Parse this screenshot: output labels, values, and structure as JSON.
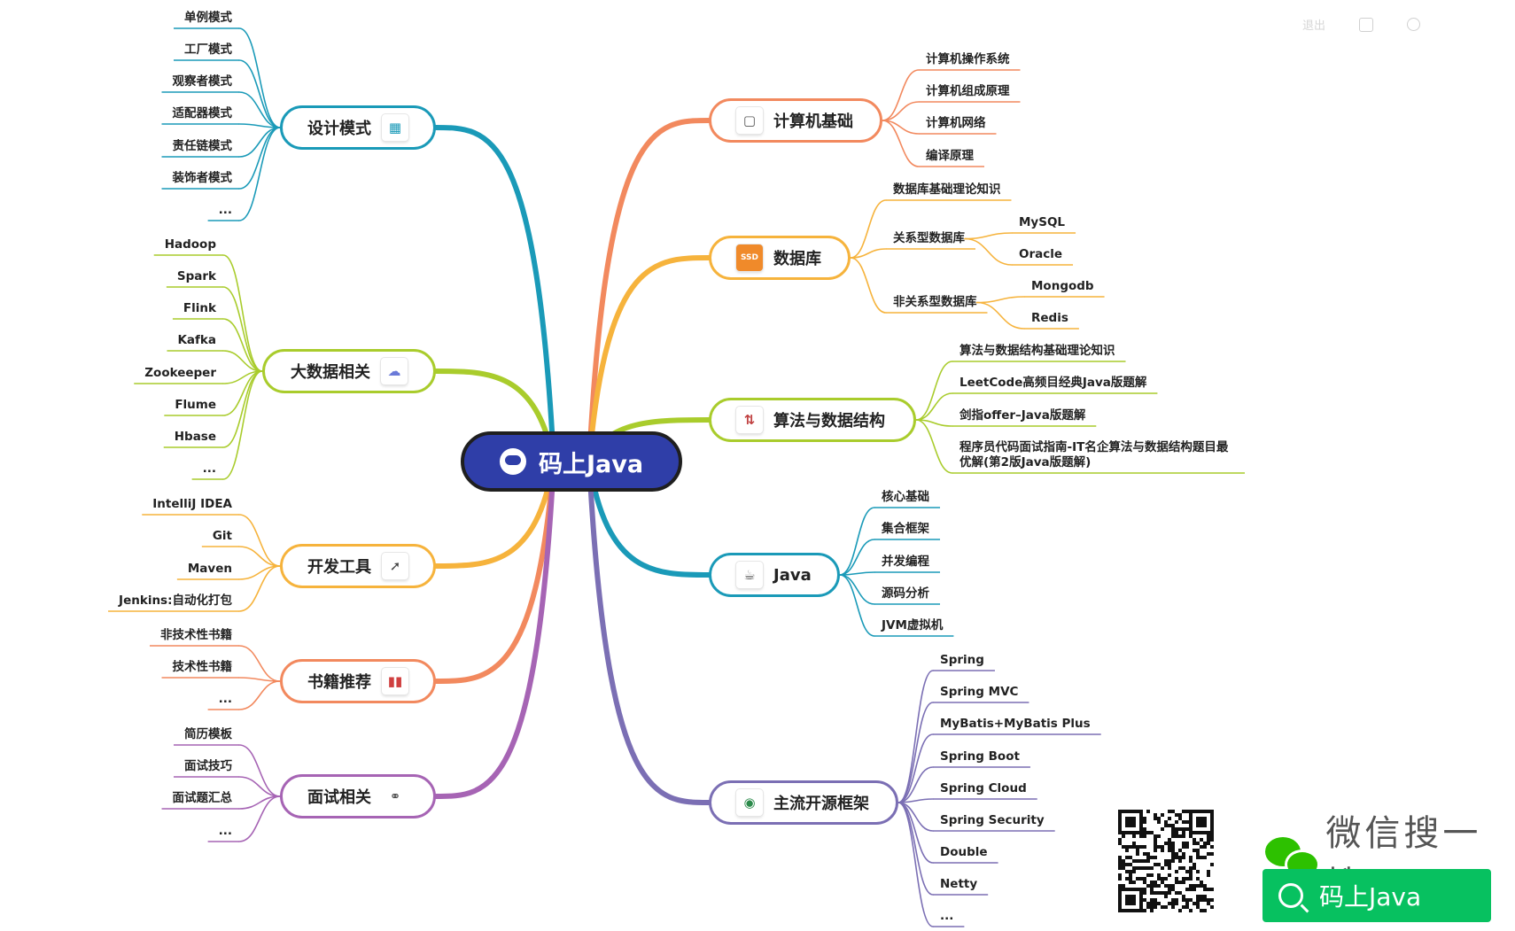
{
  "toolbar": {
    "exit_label": "退出",
    "icon_1": "square-icon",
    "icon_2": "clock-icon"
  },
  "root": {
    "label": "码上Java",
    "icon": "astronaut-icon",
    "color": "#2f3ea8"
  },
  "left_branches": [
    {
      "label": "设计模式",
      "icon": "cubes-icon",
      "color": "#1a9ab8",
      "children": [
        "单例模式",
        "工厂模式",
        "观察者模式",
        "适配器模式",
        "责任链模式",
        "装饰者模式",
        "..."
      ]
    },
    {
      "label": "大数据相关",
      "icon": "cloud-icon",
      "color": "#a9cc2c",
      "children": [
        "Hadoop",
        "Spark",
        "Flink",
        "Kafka",
        "Zookeeper",
        "Flume",
        "Hbase",
        "..."
      ]
    },
    {
      "label": "开发工具",
      "icon": "pointer-icon",
      "color": "#f6b33c",
      "children": [
        "IntelliJ IDEA",
        "Git",
        "Maven",
        "Jenkins:自动化打包"
      ]
    },
    {
      "label": "书籍推荐",
      "icon": "books-icon",
      "color": "#f2895e",
      "children": [
        "非技术性书籍",
        "技术性书籍",
        "..."
      ]
    },
    {
      "label": "面试相关",
      "icon": "glasses-icon",
      "color": "#a664b4",
      "children": [
        "简历模板",
        "面试技巧",
        "面试题汇总",
        "..."
      ]
    }
  ],
  "right_branches": [
    {
      "label": "计算机基础",
      "icon": "monitor-icon",
      "color": "#f2895e",
      "children": [
        "计算机操作系统",
        "计算机组成原理",
        "计算机网络",
        "编译原理"
      ]
    },
    {
      "label": "数据库",
      "icon": "ssd-icon",
      "color": "#f6b33c",
      "children": [
        {
          "label": "数据库基础理论知识"
        },
        {
          "label": "关系型数据库",
          "children": [
            "MySQL",
            "Oracle"
          ]
        },
        {
          "label": "非关系型数据库",
          "children": [
            "Mongodb",
            "Redis"
          ]
        }
      ]
    },
    {
      "label": "算法与数据结构",
      "icon": "sliders-icon",
      "color": "#a9cc2c",
      "children": [
        "算法与数据结构基础理论知识",
        "LeetCode高频目经典Java版题解",
        "剑指offer–Java版题解",
        "程序员代码面试指南-IT名企算法与数据结构题目最优解(第2版Java版题解)"
      ]
    },
    {
      "label": "Java",
      "icon": "coffee-icon",
      "color": "#1a9ab8",
      "children": [
        "核心基础",
        "集合框架",
        "并发编程",
        "源码分析",
        "JVM虚拟机"
      ]
    },
    {
      "label": "主流开源框架",
      "icon": "globe-icon",
      "color": "#7b6fb4",
      "children": [
        "Spring",
        "Spring MVC",
        "MyBatis+MyBatis Plus",
        "Spring Boot",
        "Spring Cloud",
        "Spring Security",
        "Double",
        "Netty",
        "..."
      ]
    }
  ],
  "promo": {
    "qr_icon": "qr-code-icon",
    "wechat_icon": "wechat-icon",
    "wechat_text": "微信搜一搜",
    "search_label": "码上Java",
    "accent": "#07c160"
  }
}
